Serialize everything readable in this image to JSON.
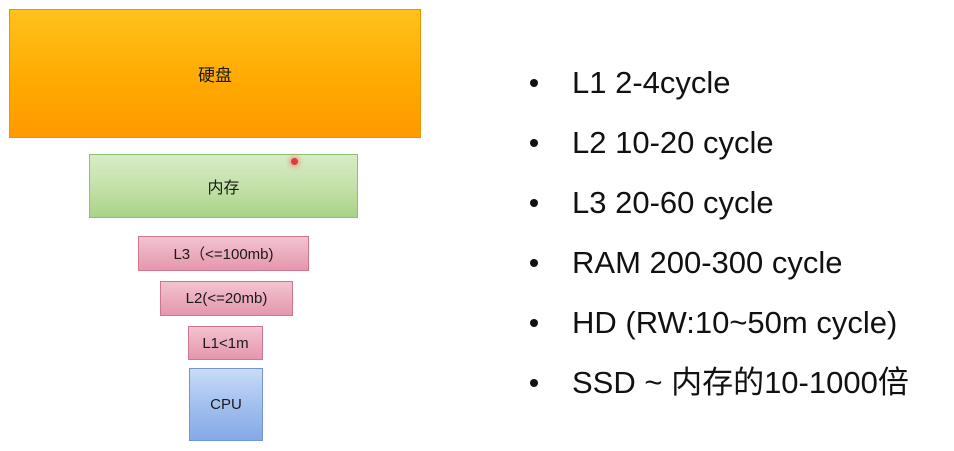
{
  "diagram": {
    "blocks": {
      "hd": "硬盘",
      "ram": "内存",
      "l3": "L3（<=100mb)",
      "l2": "L2(<=20mb)",
      "l1": "L1<1m",
      "cpu": "CPU"
    },
    "icons": {
      "pointer": "laser-pointer-dot"
    }
  },
  "latency_list": [
    "L1  2-4cycle",
    "L2  10-20 cycle",
    "L3  20-60 cycle",
    "RAM 200-300 cycle",
    "HD (RW:10~50m cycle)",
    "SSD ~ 内存的10-1000倍"
  ]
}
